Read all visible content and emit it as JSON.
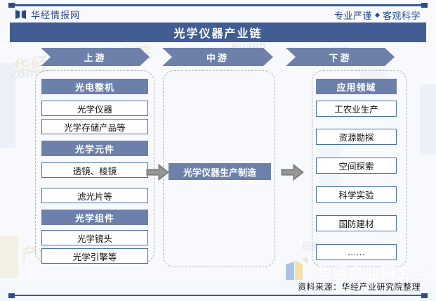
{
  "header": {
    "brand_name": "华经情报网",
    "brand_logo_icon": "bowtie-logo-icon",
    "tagline_left": "专业严谨",
    "tagline_separator_icon": "diamond-dot-icon",
    "tagline_right": "客观科学",
    "title": "光学仪器产业链",
    "title_bar_color": "#415d93",
    "accent_color": "#3c5a98"
  },
  "stages": [
    {
      "label": "上游",
      "name": "stage-upstream"
    },
    {
      "label": "中游",
      "name": "stage-midstream"
    },
    {
      "label": "下游",
      "name": "stage-downstream"
    }
  ],
  "upstream": {
    "groups": [
      {
        "header": "光电整机",
        "items": [
          "光学仪器",
          "光学存储产品等"
        ]
      },
      {
        "header": "光学元件",
        "items": [
          "透镜、棱镜",
          "滤光片等"
        ]
      },
      {
        "header": "光学组件",
        "items": [
          "光学镜头",
          "光学引擎等"
        ]
      }
    ]
  },
  "midstream": {
    "box_label": "光学仪器生产制造"
  },
  "downstream": {
    "header": "应用领域",
    "items": [
      "工农业生产",
      "资源勘探",
      "空间探索",
      "科学实验",
      "国防建材",
      "……"
    ]
  },
  "arrows": {
    "left_arrow_icon": "right-arrow-icon",
    "right_arrow_icon": "right-arrow-icon",
    "arrow_color": "#8c8c8c"
  },
  "watermark": {
    "brand": "华经产业研究院",
    "url": "www.huaon.com",
    "fragments": [
      "华经",
      "研究院",
      "huaon",
      "华经",
      ".com",
      "产业",
      "研究"
    ]
  },
  "footer": {
    "source_note": "资料来源：华经产业研究院整理"
  },
  "palette": {
    "header_blue": "#6c80aa",
    "title_blue": "#415d93",
    "box_border": "#4a6fa5",
    "dashed_gray": "#b3b3b3",
    "page_bg": "#f7f9fc"
  }
}
